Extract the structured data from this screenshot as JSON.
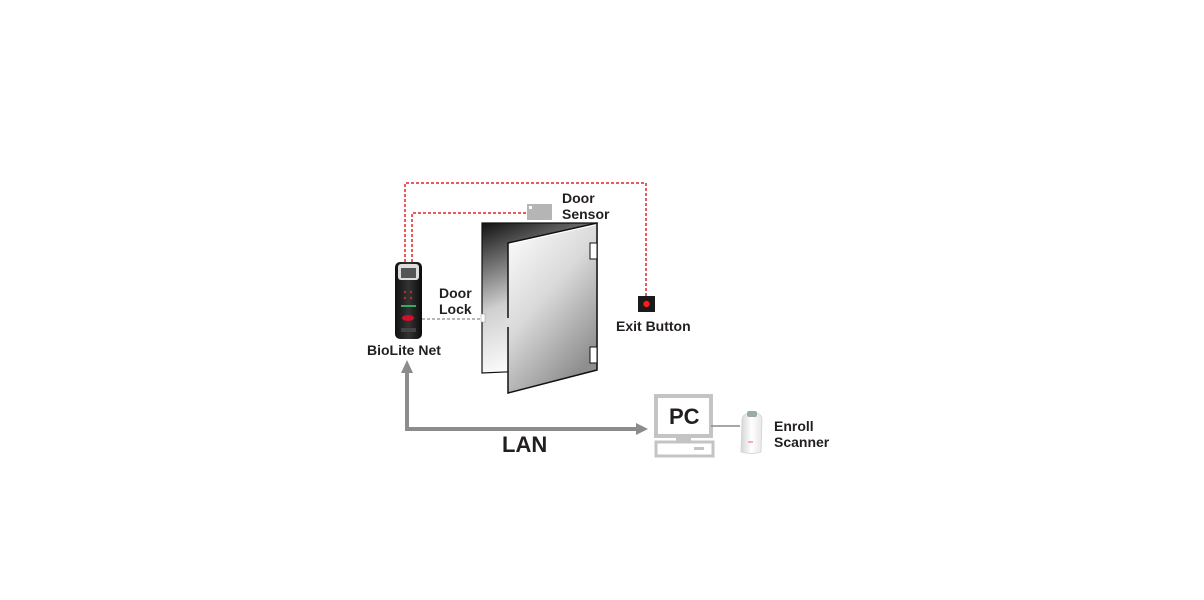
{
  "labels": {
    "door_sensor": [
      "Door",
      "Sensor"
    ],
    "door_lock": [
      "Door",
      "Lock"
    ],
    "exit_button": "Exit Button",
    "biolite_net": "BioLite Net",
    "lan": "LAN",
    "pc": "PC",
    "enroll_scanner": [
      "Enroll",
      "Scanner"
    ]
  },
  "colors": {
    "wire_red": "#e8202a",
    "wire_gray": "#8a8a8a",
    "lan_arrow": "#8c8c8c",
    "text": "#231f20",
    "pc_gray": "#c4c4c4"
  }
}
